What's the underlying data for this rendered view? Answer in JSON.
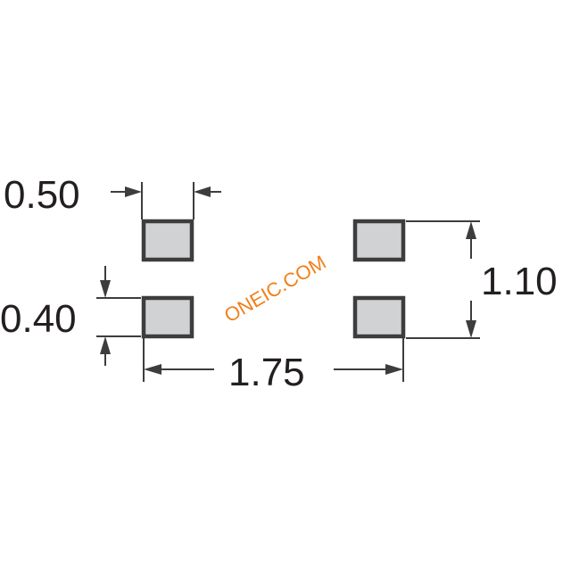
{
  "dimensions": {
    "pad_width": "0.50",
    "pad_height": "0.40",
    "total_width": "1.75",
    "total_height": "1.10"
  },
  "watermark": "ONEIC.COM",
  "colors": {
    "pad_fill": "#d1d2d4",
    "pad_outline": "#3d3d3d",
    "text": "#231f20",
    "watermark": "#f07f1a"
  }
}
